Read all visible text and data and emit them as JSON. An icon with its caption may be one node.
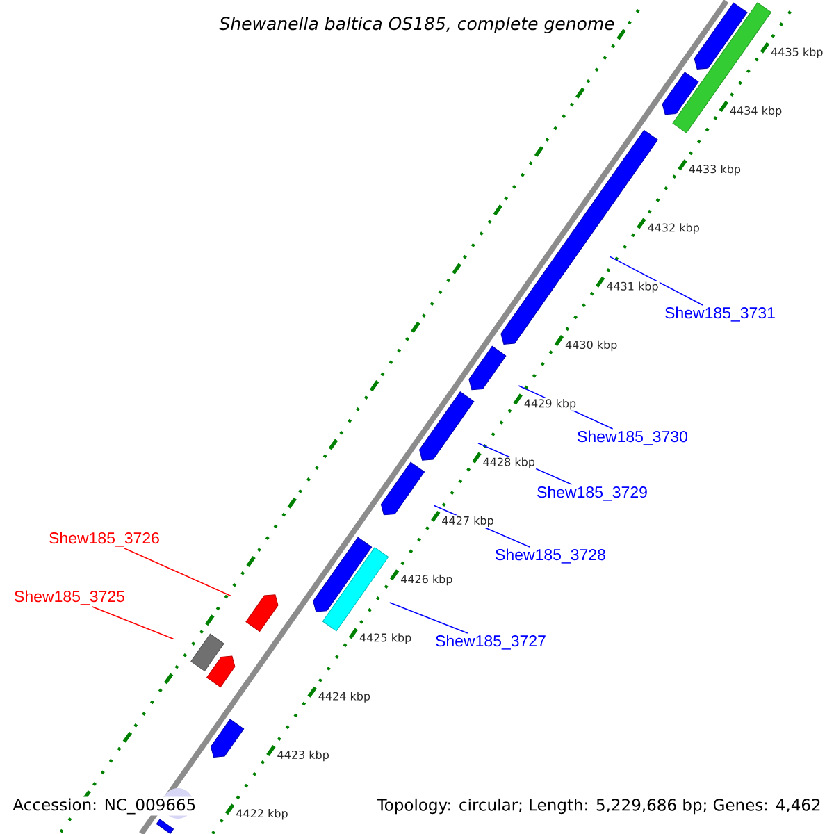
{
  "diagram": {
    "title": "Shewanella baltica OS185, complete genome",
    "nodes": [
      {
        "text": [
          "Shew185_3731"
        ]
      },
      {
        "text": [
          "Shew185_3730"
        ]
      },
      {
        "text": [
          "Shew185_3729"
        ]
      },
      {
        "text": [
          "Shew185_3726"
        ]
      },
      {
        "text": [
          "Shew185_3728"
        ]
      },
      {
        "text": [
          "Shew185_3725"
        ]
      },
      {
        "text": [
          "Shew185_3727"
        ]
      },
      {
        "text": [],
        "shape": "bar"
      },
      {
        "text": [],
        "shape": "bar"
      },
      {
        "text": [],
        "shape": "bar"
      },
      {
        "text": [],
        "shape": "bar"
      },
      {
        "text": [],
        "shape": "bar"
      },
      {
        "text": [],
        "shape": "bar"
      },
      {
        "text": [],
        "shape": "bar"
      },
      {
        "text": [],
        "shape": "bar"
      },
      {
        "text": [],
        "shape": "bar"
      },
      {
        "text": [],
        "shape": "bar"
      },
      {
        "text": [],
        "shape": "bar"
      },
      {
        "text": [],
        "shape": "bar"
      },
      {
        "text": [],
        "shape": "bar"
      },
      {
        "text": [],
        "shape": "bar"
      }
    ],
    "edges": [
      {
        "from": 0,
        "to": 10,
        "arrow": "none"
      },
      {
        "from": 1,
        "to": 11,
        "arrow": "none"
      },
      {
        "from": 2,
        "to": 12,
        "arrow": "none"
      },
      {
        "from": 3,
        "to": 16,
        "arrow": "none",
        "color": "#ff0000"
      },
      {
        "from": 4,
        "to": 13,
        "arrow": "none"
      },
      {
        "from": 5,
        "to": 17,
        "arrow": "none",
        "color": "#ff0000"
      },
      {
        "from": 6,
        "to": 15,
        "arrow": "none"
      }
    ],
    "labels": [
      "4435 kbp",
      "4434 kbp",
      "4433 kbp",
      "4432 kbp",
      "4431 kbp",
      "4430 kbp",
      "4429 kbp",
      "4428 kbp",
      "4427 kbp",
      "4426 kbp",
      "4425 kbp",
      "4424 kbp",
      "4423 kbp",
      "4422 kbp",
      "Accession: NC_009665",
      "Topology: circular; Length: 5,229,686 bp; Genes: 4,462"
    ]
  }
}
